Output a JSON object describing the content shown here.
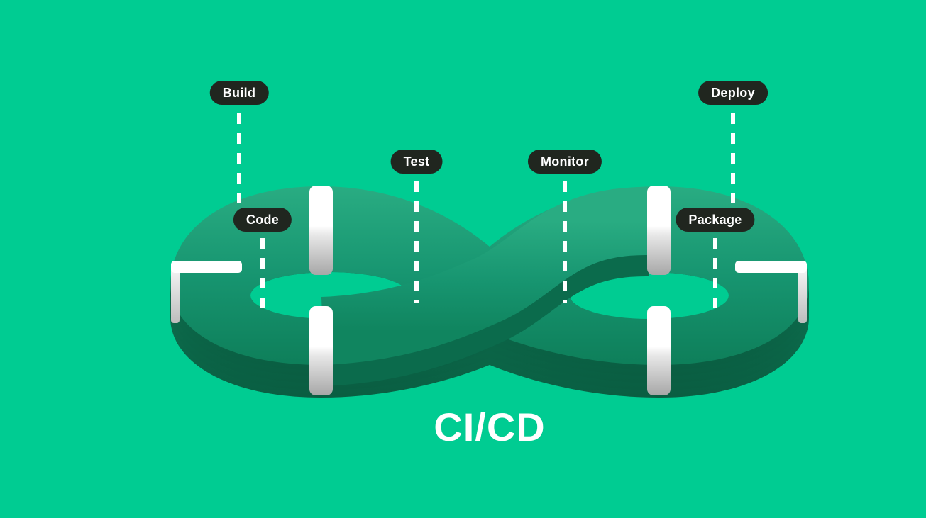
{
  "title": "CI/CD",
  "diagram_type": "infinity-loop-pipeline",
  "stages": [
    {
      "id": "build",
      "label": "Build"
    },
    {
      "id": "code",
      "label": "Code"
    },
    {
      "id": "test",
      "label": "Test"
    },
    {
      "id": "monitor",
      "label": "Monitor"
    },
    {
      "id": "package",
      "label": "Package"
    },
    {
      "id": "deploy",
      "label": "Deploy"
    }
  ],
  "colors": {
    "background": "#00CC92",
    "pill": "#20261F",
    "label_text": "#FFFFFF",
    "title": "#FFFFFF",
    "marker_white": "#FFFFFF",
    "loop_light": "#29AC82",
    "loop_mid": "#179570",
    "loop_dark": "#0E7F5A",
    "loop_side": "#0F7C59",
    "loop_side_dark": "#0A5E42",
    "loop_wall_shadow": "#0B6B4C",
    "bar_gray": "#A7A7A7"
  }
}
